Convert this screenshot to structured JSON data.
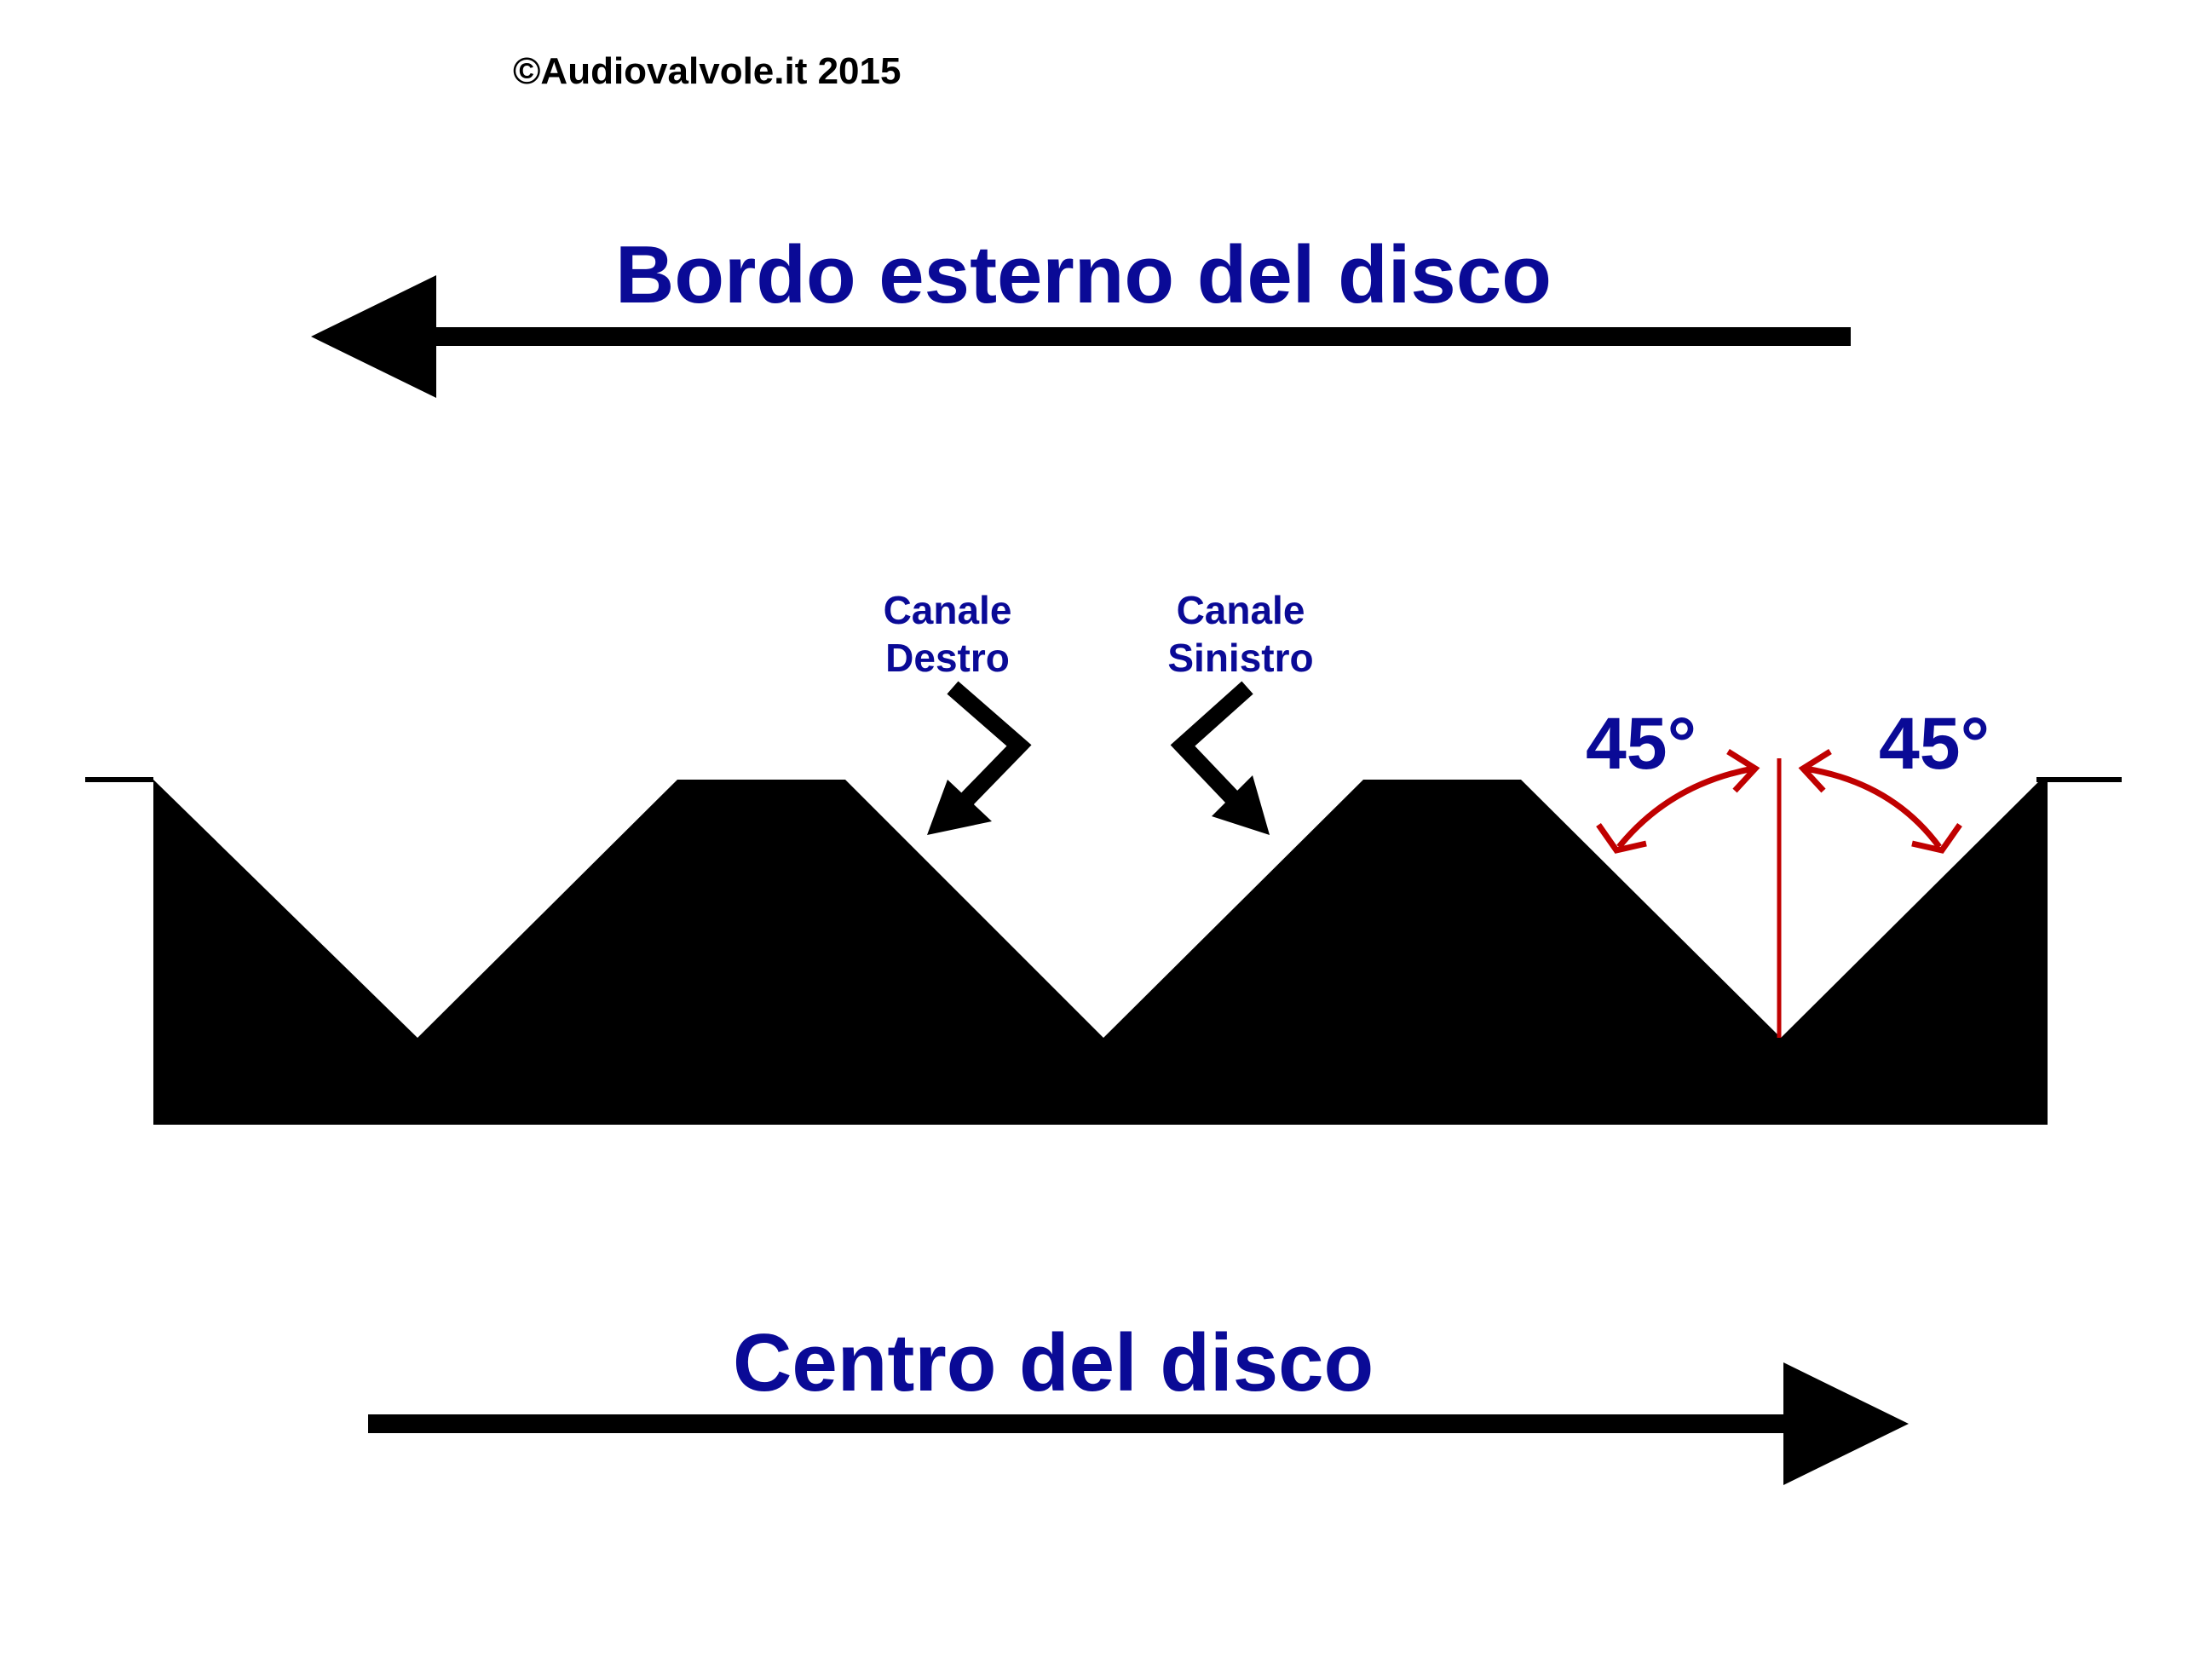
{
  "copyright": "©Audiovalvole.it 2015",
  "top_arrow_label": "Bordo esterno del disco",
  "bottom_arrow_label": "Centro del disco",
  "right_channel": {
    "line1": "Canale",
    "line2": "Destro"
  },
  "left_channel": {
    "line1": "Canale",
    "line2": "Sinistro"
  },
  "angle_left": "45°",
  "angle_right": "45°",
  "colors": {
    "label_blue": "#0a0a96",
    "angle_red": "#c00000",
    "shape_black": "#000000"
  }
}
